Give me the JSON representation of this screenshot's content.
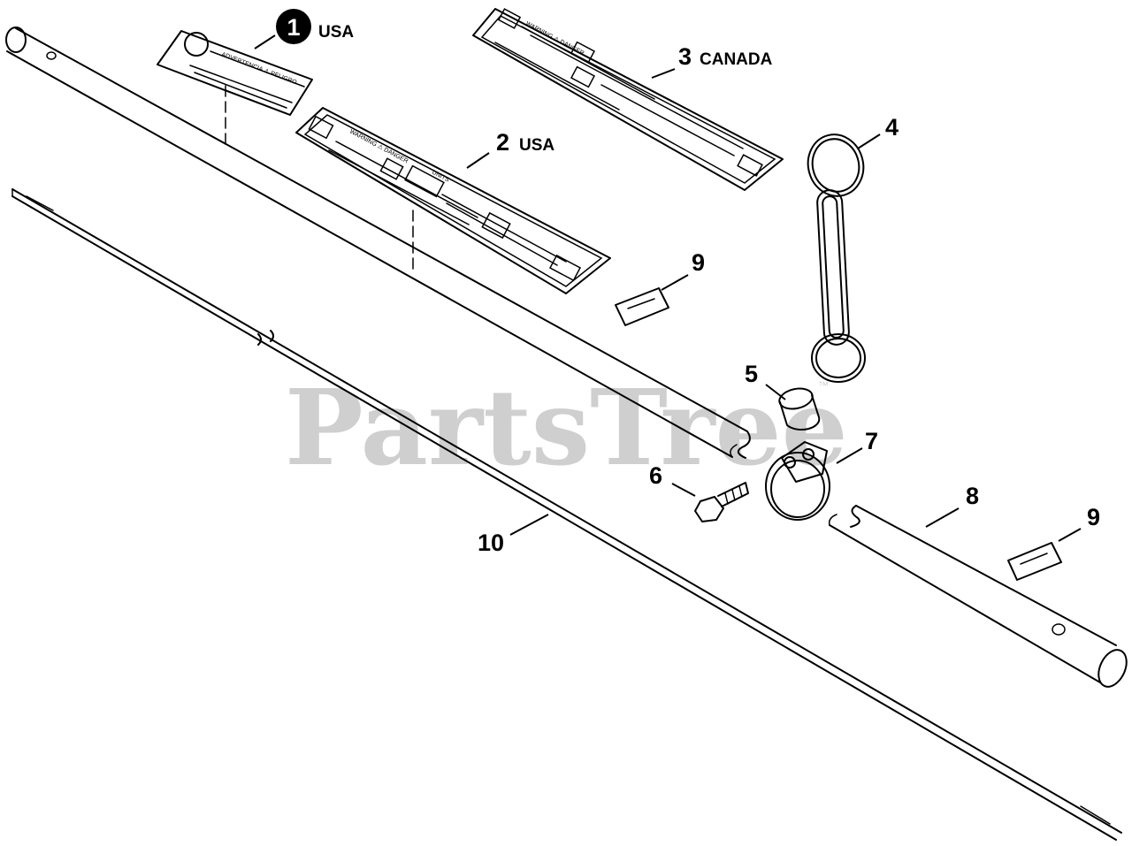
{
  "watermark": {
    "text": "PartsTree",
    "trademark": "™"
  },
  "callouts": {
    "c1": {
      "number": "1",
      "region": "USA"
    },
    "c2": {
      "number": "2",
      "region": "USA"
    },
    "c3": {
      "number": "3",
      "region": "CANADA"
    },
    "c4": {
      "number": "4"
    },
    "c5": {
      "number": "5"
    },
    "c6": {
      "number": "6"
    },
    "c7": {
      "number": "7"
    },
    "c8": {
      "number": "8"
    },
    "c9a": {
      "number": "9"
    },
    "c9b": {
      "number": "9"
    },
    "c10": {
      "number": "10"
    }
  },
  "decals": {
    "d1": {
      "line1": "ADVERTENCIA ⚠ PELIGRO"
    },
    "d2": {
      "line1": "WARNING ⚠ DANGER",
      "line2": "UNITS"
    },
    "d3": {
      "line1": "WARNING ⚠ DANGER"
    }
  }
}
